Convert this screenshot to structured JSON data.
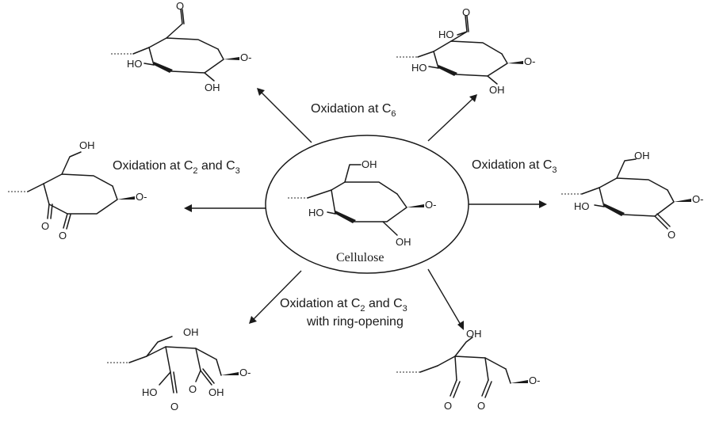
{
  "center": {
    "label": "Cellulose"
  },
  "routes": {
    "top": {
      "prefix": "Oxidation at C",
      "subscript": "6"
    },
    "right": {
      "prefix": "Oxidation at C",
      "subscript": "3"
    },
    "left": {
      "prefix": "Oxidation at C",
      "sub1": "2",
      "mid": " and C",
      "sub2": "3"
    },
    "bottom": {
      "line1_prefix": "Oxidation at C",
      "sub1": "2",
      "line1_mid": " and C",
      "sub2": "3",
      "line2": "with ring-opening"
    }
  },
  "atoms": {
    "OH": "OH",
    "HO": "HO",
    "O": "O",
    "Odash": "O-"
  }
}
